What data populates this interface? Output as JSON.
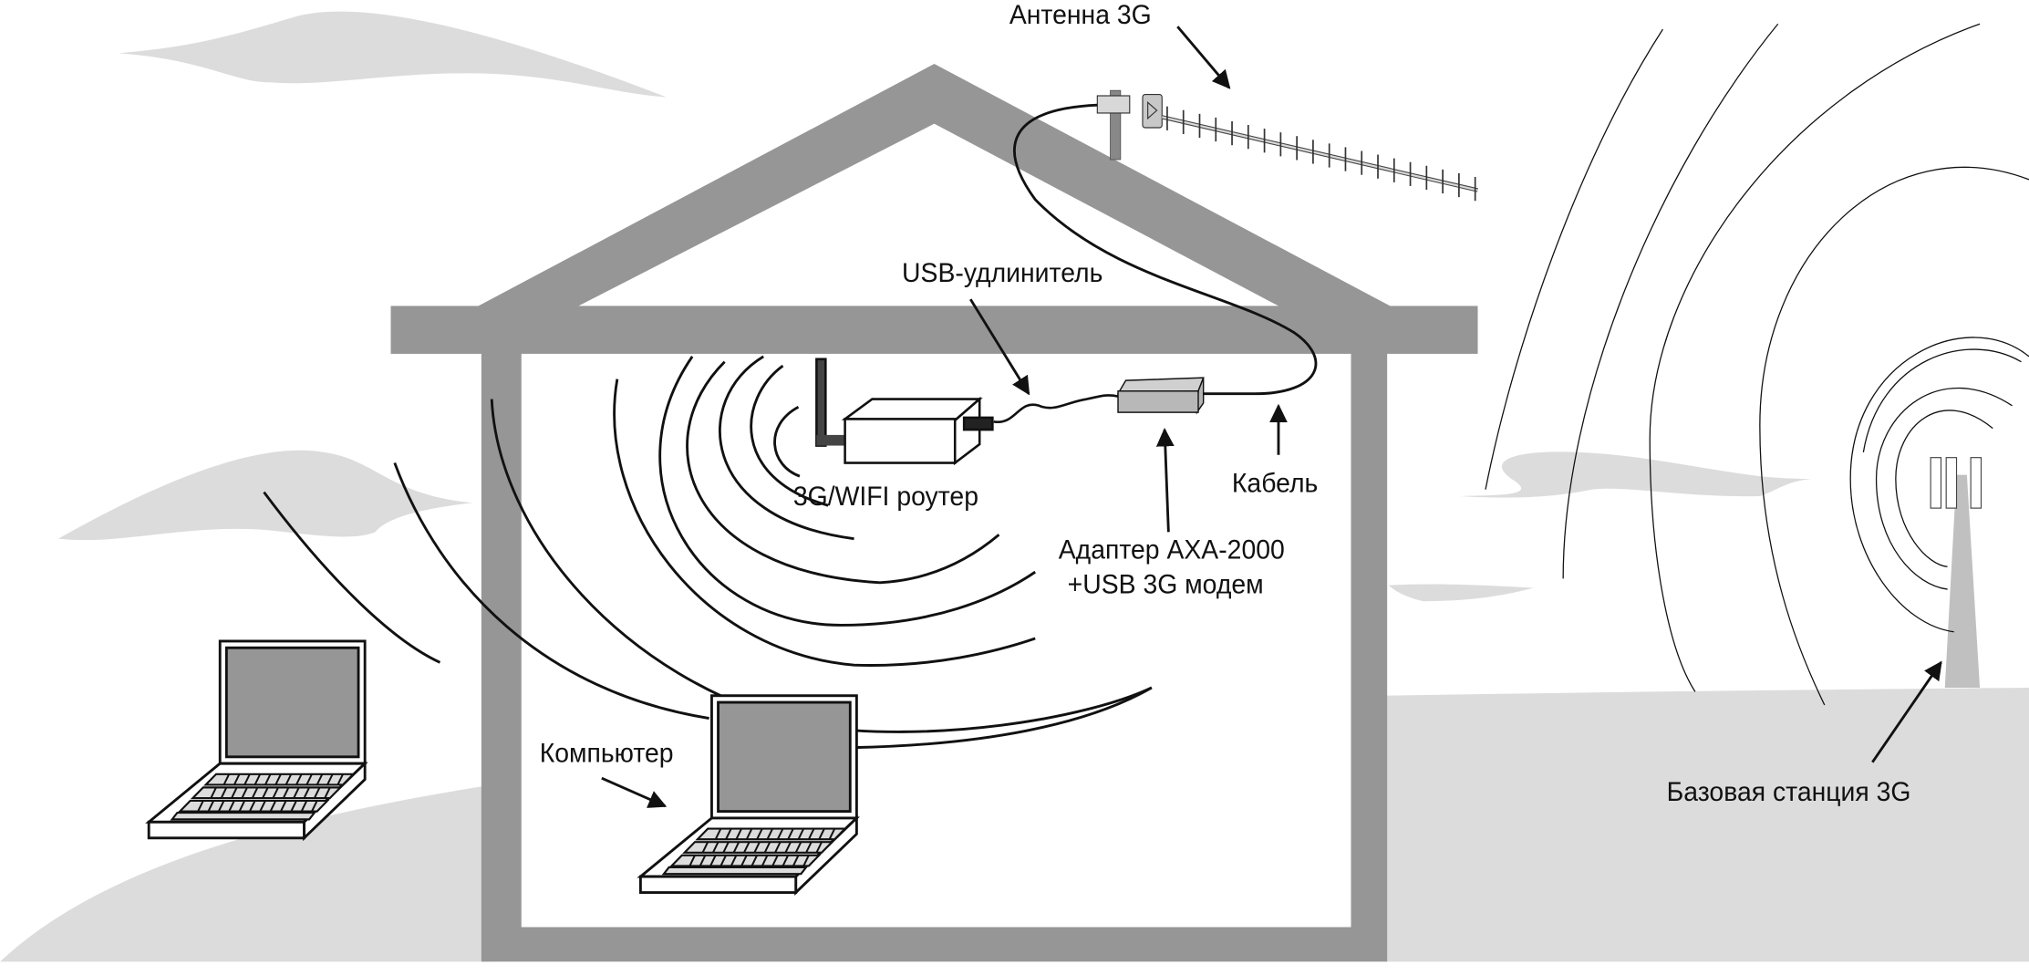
{
  "diagram": {
    "title": "3G internet connection scheme",
    "colors": {
      "wall": "#969696",
      "ground": "#dcdcdc",
      "cloud": "#dcdcdc",
      "screen": "#969696",
      "line": "#111111",
      "background": "#ffffff"
    },
    "labels": {
      "antenna": "Антенна 3G",
      "usb_extender": "USB-удлинитель",
      "router": "3G/WIFI роутер",
      "cable": "Кабель",
      "adapter_line1": "Адаптер AXA-2000",
      "adapter_line2": "+USB 3G модем",
      "computer": "Компьютер",
      "base_station": "Базовая станция 3G"
    },
    "components": [
      {
        "id": "antenna",
        "icon": "yagi-antenna-icon"
      },
      {
        "id": "usb_extender",
        "icon": "usb-cable-icon"
      },
      {
        "id": "router",
        "icon": "router-icon"
      },
      {
        "id": "adapter",
        "icon": "modem-box-icon"
      },
      {
        "id": "cable",
        "icon": "cable-icon"
      },
      {
        "id": "computer_inside",
        "icon": "laptop-icon"
      },
      {
        "id": "computer_outside",
        "icon": "laptop-icon"
      },
      {
        "id": "base_station",
        "icon": "cell-tower-icon"
      }
    ]
  }
}
